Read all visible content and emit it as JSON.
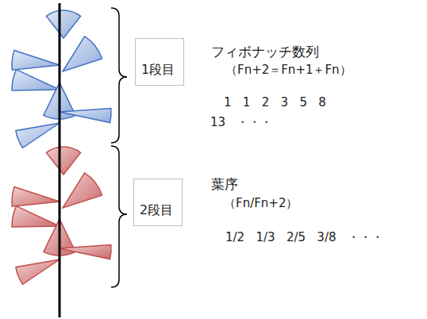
{
  "diagram": {
    "nodes": [
      {
        "text": [
          "1段目"
        ]
      },
      {
        "text": [
          "2段目"
        ]
      }
    ],
    "labels": [
      "フィボナッチ数列",
      "（Fn+2＝Fn+1＋Fn）",
      "1   1   2   3   5   8",
      "13   ・・・",
      "葉序",
      "（Fn/Fn+2）",
      "1/2   1/3   2/5   3/8   ・・・"
    ]
  }
}
